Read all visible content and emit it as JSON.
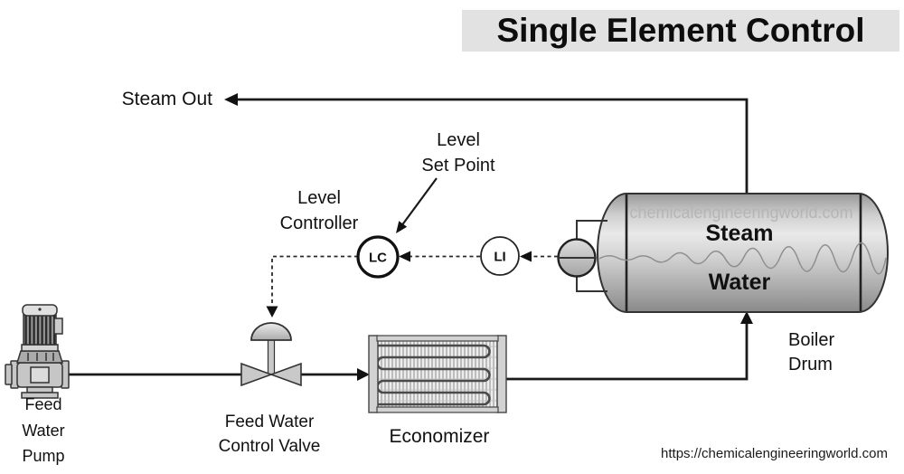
{
  "title": "Single Element Control",
  "colors": {
    "title_bg": "#e2e2e2",
    "line": "#1a1a1a",
    "vessel_gray": "#c9c9c9",
    "watermark_gray": "#b5b5b5"
  },
  "drum": {
    "steam_label": "Steam",
    "water_label": "Water",
    "watermark": "chemicalengineeringworld.com",
    "name": [
      "Boiler",
      "Drum"
    ]
  },
  "labels": {
    "steam_out": "Steam Out",
    "level_set_point": [
      "Level",
      "Set Point"
    ],
    "level_controller": [
      "Level",
      "Controller"
    ],
    "feed_water_pump": [
      "Feed",
      "Water",
      "Pump"
    ],
    "feed_water_control_valve": [
      "Feed Water",
      "Control Valve"
    ],
    "economizer": "Economizer"
  },
  "instruments": {
    "controller_tag": "LC",
    "indicator_tag": "LI"
  },
  "footer": {
    "url": "https://chemicalengineeringworld.com"
  }
}
